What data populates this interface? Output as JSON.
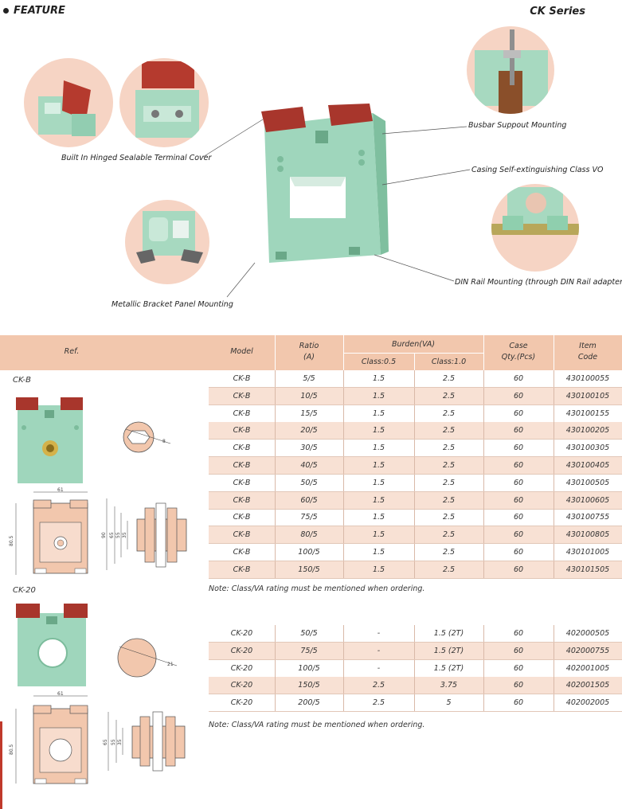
{
  "header": {
    "feature": "FEATURE",
    "series": "CK Series"
  },
  "callouts": {
    "terminal_cover": "Built In Hinged Sealable Terminal Cover",
    "busbar": "Busbar Suppout Mounting",
    "casing": "Casing Self-extinguishing Class VO",
    "din_rail": "DIN Rail Mounting (through DIN Rail adapter)",
    "bracket": "Metallic Bracket Panel Mounting"
  },
  "table_header": {
    "ref": "Ref.",
    "model": "Model",
    "ratio": "Ratio",
    "ratio_unit": "(A)",
    "burden": "Burden(VA)",
    "class05": "Class:0.5",
    "class10": "Class:1.0",
    "case": "Case",
    "case_qty": "Qty.(Pcs)",
    "item": "Item",
    "item_code": "Code"
  },
  "ckb": {
    "label": "CK-B",
    "dims": {
      "width": "61",
      "height": "80.5",
      "side_a": "90",
      "side_b": "65",
      "side_c": "55",
      "side_d": "35",
      "hole": "8"
    },
    "rows": [
      {
        "model": "CK-B",
        "ratio": "5/5",
        "c05": "1.5",
        "c10": "2.5",
        "qty": "60",
        "code": "430100055"
      },
      {
        "model": "CK-B",
        "ratio": "10/5",
        "c05": "1.5",
        "c10": "2.5",
        "qty": "60",
        "code": "430100105"
      },
      {
        "model": "CK-B",
        "ratio": "15/5",
        "c05": "1.5",
        "c10": "2.5",
        "qty": "60",
        "code": "430100155"
      },
      {
        "model": "CK-B",
        "ratio": "20/5",
        "c05": "1.5",
        "c10": "2.5",
        "qty": "60",
        "code": "430100205"
      },
      {
        "model": "CK-B",
        "ratio": "30/5",
        "c05": "1.5",
        "c10": "2.5",
        "qty": "60",
        "code": "430100305"
      },
      {
        "model": "CK-B",
        "ratio": "40/5",
        "c05": "1.5",
        "c10": "2.5",
        "qty": "60",
        "code": "430100405"
      },
      {
        "model": "CK-B",
        "ratio": "50/5",
        "c05": "1.5",
        "c10": "2.5",
        "qty": "60",
        "code": "430100505"
      },
      {
        "model": "CK-B",
        "ratio": "60/5",
        "c05": "1.5",
        "c10": "2.5",
        "qty": "60",
        "code": "430100605"
      },
      {
        "model": "CK-B",
        "ratio": "75/5",
        "c05": "1.5",
        "c10": "2.5",
        "qty": "60",
        "code": "430100755"
      },
      {
        "model": "CK-B",
        "ratio": "80/5",
        "c05": "1.5",
        "c10": "2.5",
        "qty": "60",
        "code": "430100805"
      },
      {
        "model": "CK-B",
        "ratio": "100/5",
        "c05": "1.5",
        "c10": "2.5",
        "qty": "60",
        "code": "430101005"
      },
      {
        "model": "CK-B",
        "ratio": "150/5",
        "c05": "1.5",
        "c10": "2.5",
        "qty": "60",
        "code": "430101505"
      }
    ],
    "note": "Note: Class/VA rating must be mentioned when ordering."
  },
  "ck20": {
    "label": "CK-20",
    "dims": {
      "width": "61",
      "height": "80.5",
      "side_a": "65",
      "side_b": "55",
      "side_c": "35",
      "hole": "21"
    },
    "rows": [
      {
        "model": "CK-20",
        "ratio": "50/5",
        "c05": "-",
        "c10": "1.5 (2T)",
        "qty": "60",
        "code": "402000505"
      },
      {
        "model": "CK-20",
        "ratio": "75/5",
        "c05": "-",
        "c10": "1.5 (2T)",
        "qty": "60",
        "code": "402000755"
      },
      {
        "model": "CK-20",
        "ratio": "100/5",
        "c05": "-",
        "c10": "1.5 (2T)",
        "qty": "60",
        "code": "402001005"
      },
      {
        "model": "CK-20",
        "ratio": "150/5",
        "c05": "2.5",
        "c10": "3.75",
        "qty": "60",
        "code": "402001505"
      },
      {
        "model": "CK-20",
        "ratio": "200/5",
        "c05": "2.5",
        "c10": "5",
        "qty": "60",
        "code": "402002005"
      }
    ],
    "note": "Note: Class/VA rating must be mentioned when ordering."
  },
  "colors": {
    "header_band": "#f2c7ad",
    "row_alt": "#f8e1d4",
    "body_green": "#9fd6bc",
    "cover_red": "#a8362c",
    "circle_bg": "#f6d4c4",
    "drawing_fill": "#f2c7ad"
  }
}
